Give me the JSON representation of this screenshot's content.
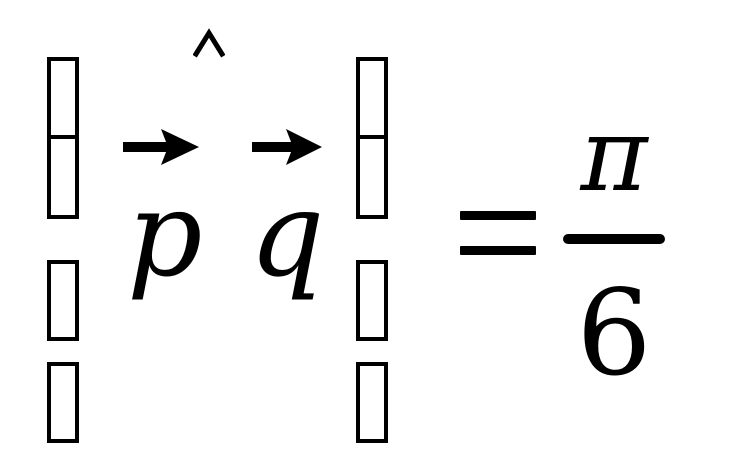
{
  "formula": {
    "accent": "^",
    "vector_1": "p",
    "vector_2": "q",
    "relation": "=",
    "numerator": "π",
    "denominator": "6"
  },
  "glyphs": {
    "missing_glyph_count_left": 4,
    "missing_glyph_count_right": 4,
    "arrow_icon": "right-arrow-icon",
    "accent_icon": "hat-accent-icon"
  },
  "colors": {
    "ink": "#000000",
    "background": "#ffffff"
  }
}
